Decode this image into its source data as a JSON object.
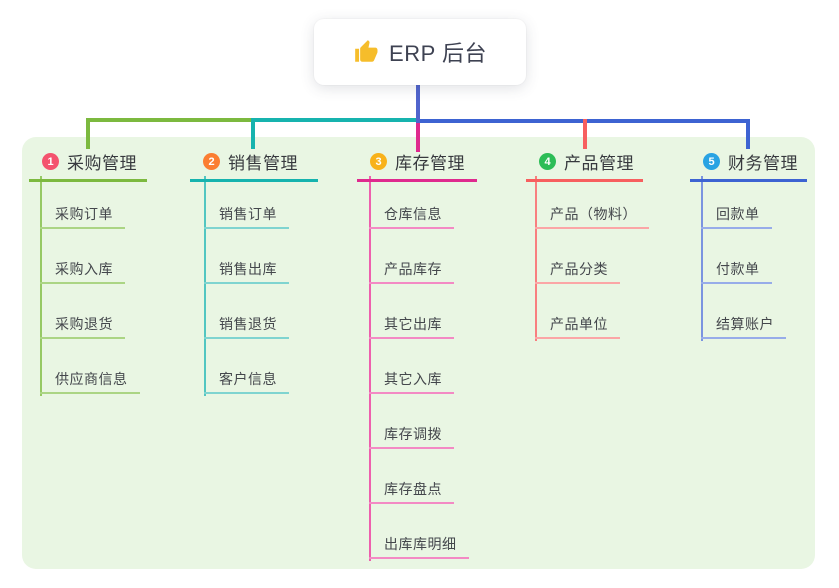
{
  "root": {
    "label": "ERP 后台",
    "icon": "thumbs-up-icon",
    "icon_color": "#f6bd2b"
  },
  "colors": {
    "canvas_bg": "#ffffff",
    "panel_bg": "#e9f6e3",
    "trunk": "#5064cd",
    "title_text": "#37393e",
    "child_text": "#44474c"
  },
  "branches": [
    {
      "num": "1",
      "label": "采购管理",
      "badge_color": "#f4536e",
      "line_color": "#7cb93f",
      "stem_color": "#96c964",
      "light_color": "#abd584",
      "children": [
        "采购订单",
        "采购入库",
        "采购退货",
        "供应商信息"
      ]
    },
    {
      "num": "2",
      "label": "销售管理",
      "badge_color": "#fb7e32",
      "line_color": "#16b3ae",
      "stem_color": "#52c6c1",
      "light_color": "#7fd4d0",
      "children": [
        "销售订单",
        "销售出库",
        "销售退货",
        "客户信息"
      ]
    },
    {
      "num": "3",
      "label": "库存管理",
      "badge_color": "#f8b21a",
      "line_color": "#df2a8e",
      "stem_color": "#ee5fad",
      "light_color": "#f38ac4",
      "children": [
        "仓库信息",
        "产品库存",
        "其它出库",
        "其它入库",
        "库存调拨",
        "库存盘点",
        "出库库明细"
      ]
    },
    {
      "num": "4",
      "label": "产品管理",
      "badge_color": "#2cbd56",
      "line_color": "#f75f5f",
      "stem_color": "#f87f7f",
      "light_color": "#fba6a6",
      "children": [
        "产品（物料）",
        "产品分类",
        "产品单位"
      ]
    },
    {
      "num": "5",
      "label": "财务管理",
      "badge_color": "#29a3e3",
      "line_color": "#3d63d2",
      "stem_color": "#7b94e0",
      "light_color": "#97ace9",
      "children": [
        "回款单",
        "付款单",
        "结算账户"
      ]
    }
  ]
}
